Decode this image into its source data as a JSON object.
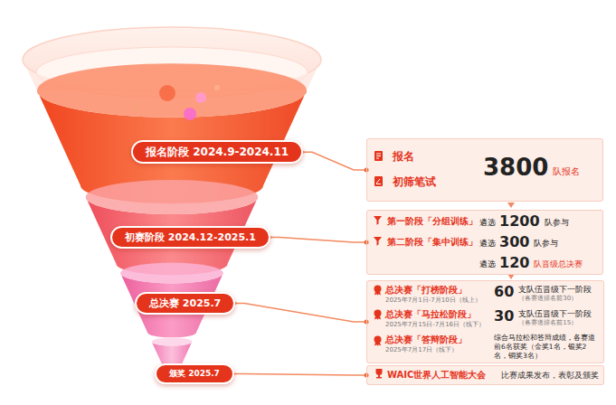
{
  "diagram": {
    "nodes": [
      {
        "text": [
          "报名阶段 2024.9-2024.11"
        ]
      },
      {
        "text": [
          "报名",
          "初筛笔试",
          "3800",
          "队报名"
        ]
      },
      {
        "text": [
          "初赛阶段 2024.12-2025.1"
        ]
      },
      {
        "text": [
          "第一阶段「分组训练」",
          "遴选",
          "1200",
          "队参与",
          "第二阶段「集中训练」",
          "遴选",
          "300",
          "队参与",
          "遴选",
          "120",
          "队晋级总决赛"
        ]
      },
      {
        "text": [
          "总决赛 2025.7"
        ]
      },
      {
        "text": [
          "总决赛「打榜阶段」",
          "2025年7月1日-7月10日（线上）",
          "60",
          "支队伍晋级下一阶段",
          "（各赛道排名前30）",
          "总决赛「马拉松阶段」",
          "2025年7月15日-7月16日（线下）",
          "30",
          "支队伍晋级下一阶段",
          "（各赛道排名前15）",
          "总决赛「答辩阶段」",
          "2025年7月17日（线下）",
          "综合马拉松和答辩成绩，各赛道前6名获奖（金奖1名，银奖2名，铜奖3名）"
        ]
      },
      {
        "text": [
          "颁奖 2025.7"
        ]
      },
      {
        "text": [
          "WAIC世界人工智能大会",
          "比赛成果发布，表彰及颁奖"
        ]
      }
    ],
    "edges": [
      {
        "from": 0,
        "to": 1,
        "arrow": "none"
      },
      {
        "from": 2,
        "to": 3,
        "arrow": "none"
      },
      {
        "from": 4,
        "to": 5,
        "arrow": "none"
      },
      {
        "from": 6,
        "to": 7,
        "arrow": "none"
      }
    ]
  }
}
